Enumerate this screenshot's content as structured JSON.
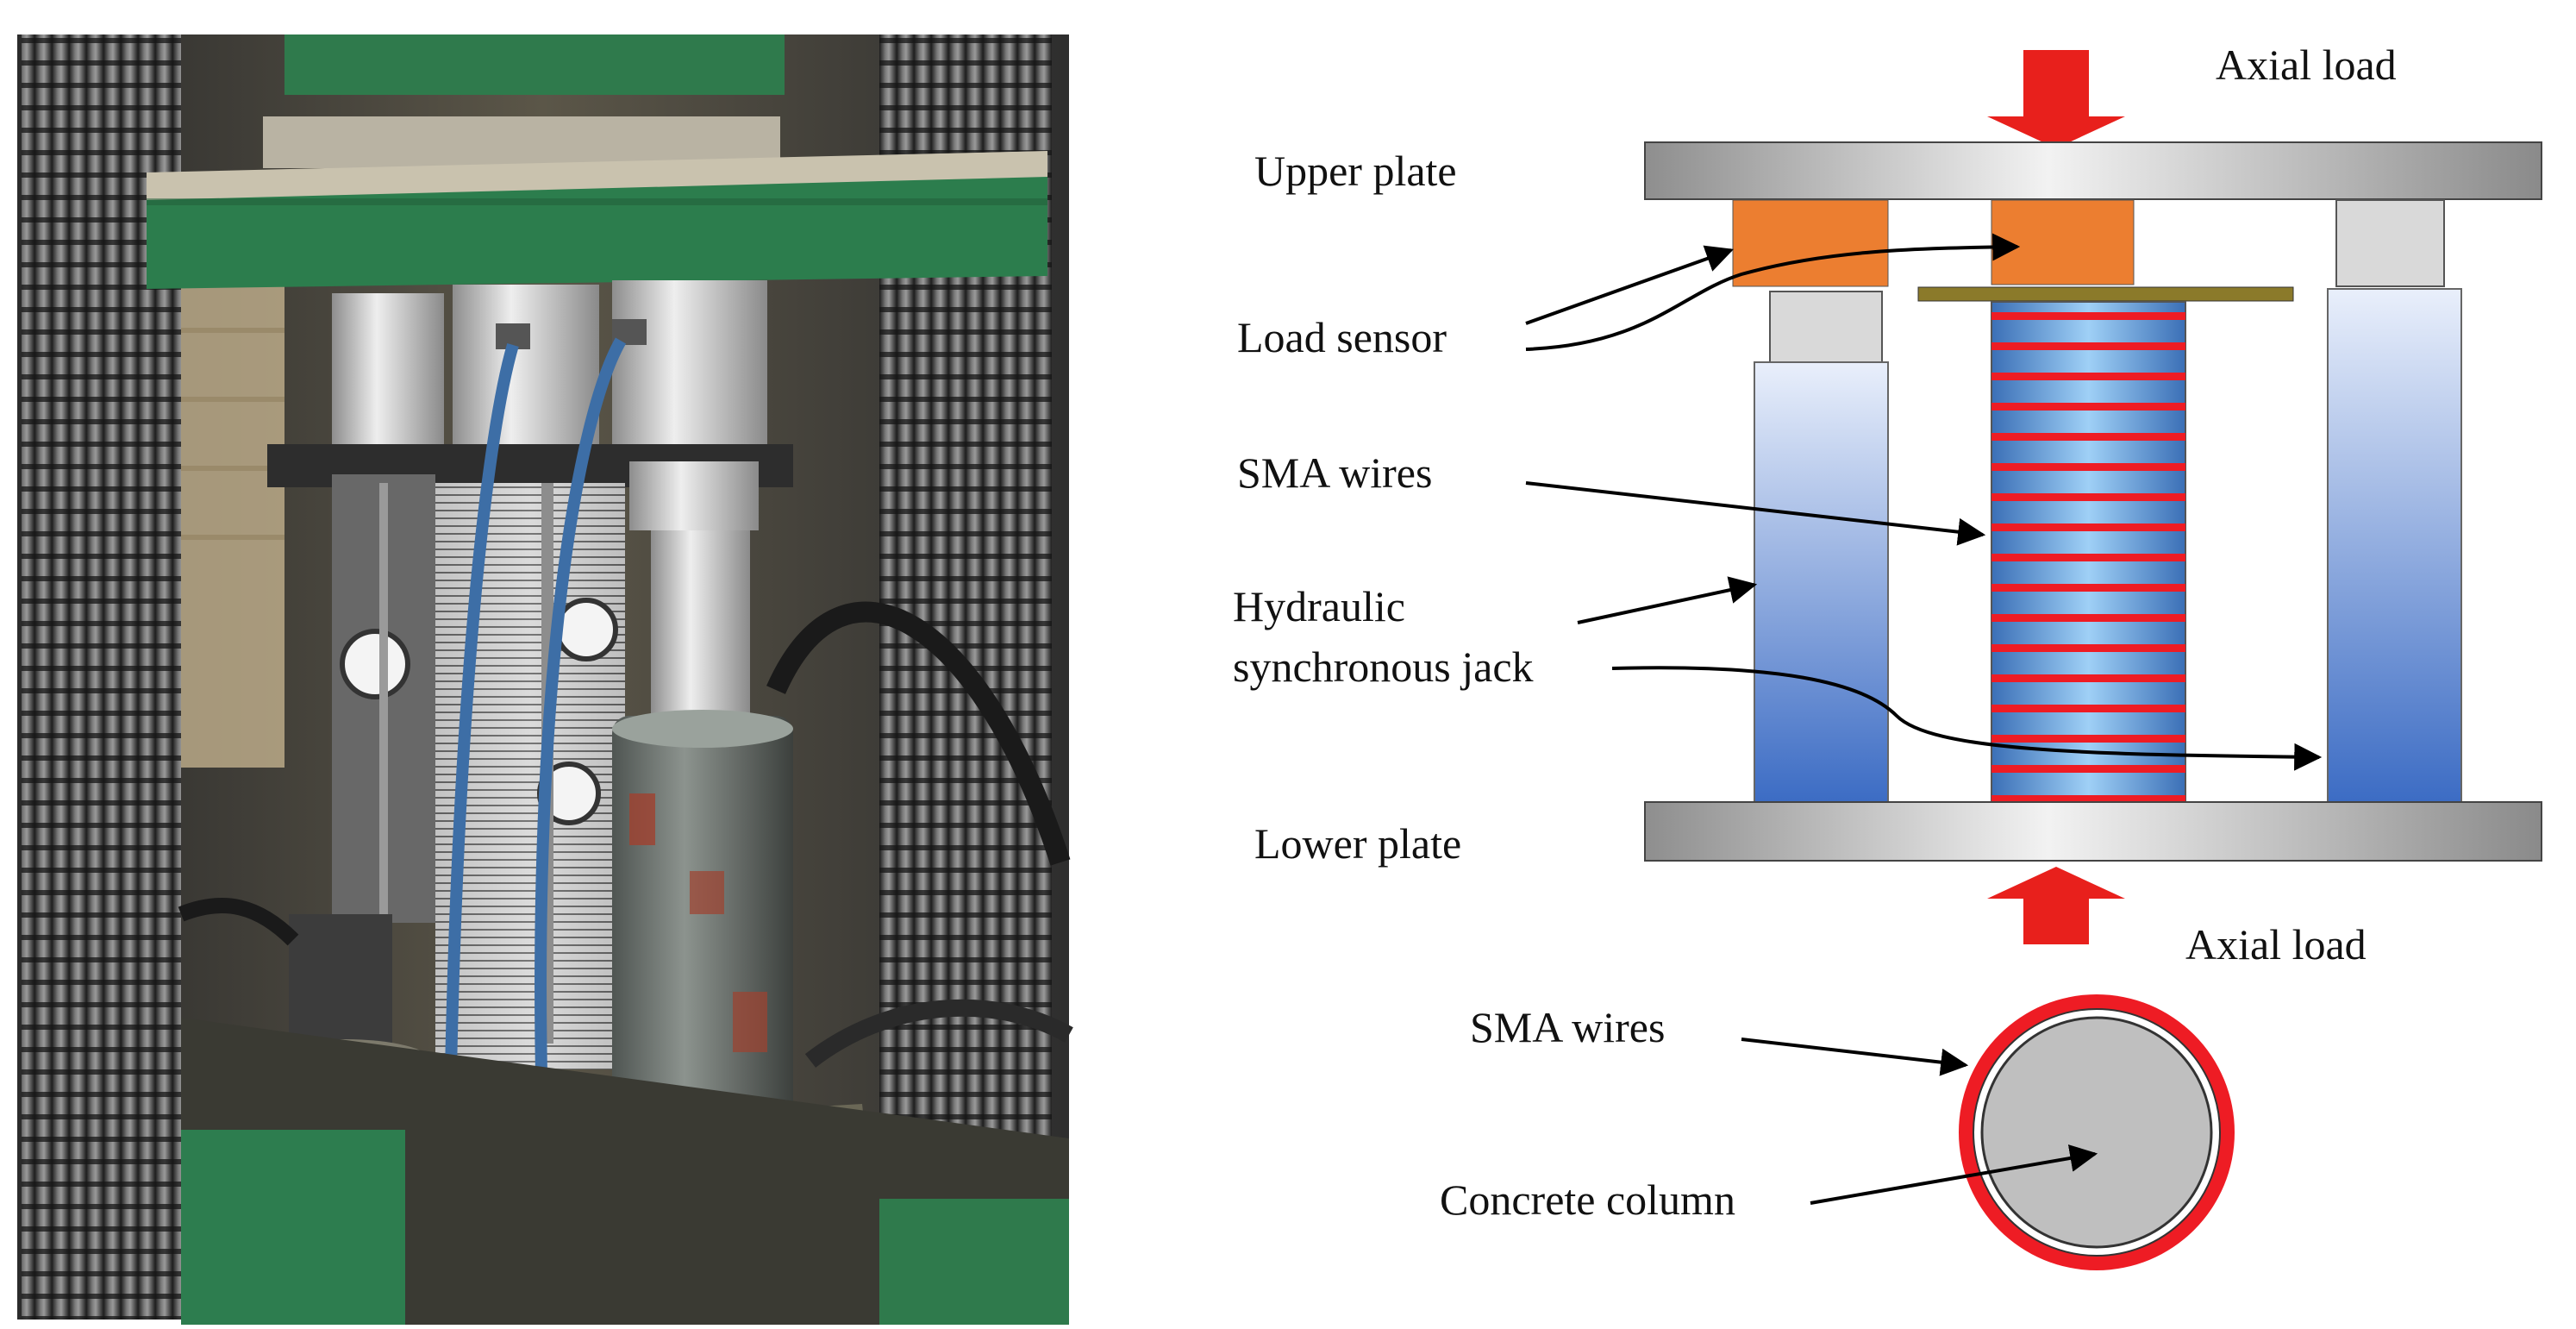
{
  "figure": {
    "labels": {
      "axial_load_top": "Axial load",
      "axial_load_bottom": "Axial load",
      "upper_plate": "Upper plate",
      "lower_plate": "Lower plate",
      "load_sensor": "Load sensor",
      "sma_wires": "SMA wires",
      "hydraulic_jack_line1": "Hydraulic",
      "hydraulic_jack_line2": "synchronous jack",
      "sma_wires_section": "SMA wires",
      "concrete_column": "Concrete column"
    },
    "photo": {
      "description_icon": "test-rig-photo"
    },
    "colors": {
      "arrow_red": "#e8201c",
      "wire_red": "#ee1c24",
      "sensor_orange": "#ec7e30",
      "plate_gray": "#a9a9a9",
      "jack_blue": "#3f6fc6",
      "column_blue": "#5aa9e6",
      "concrete_gray": "#bfbfbf"
    }
  }
}
